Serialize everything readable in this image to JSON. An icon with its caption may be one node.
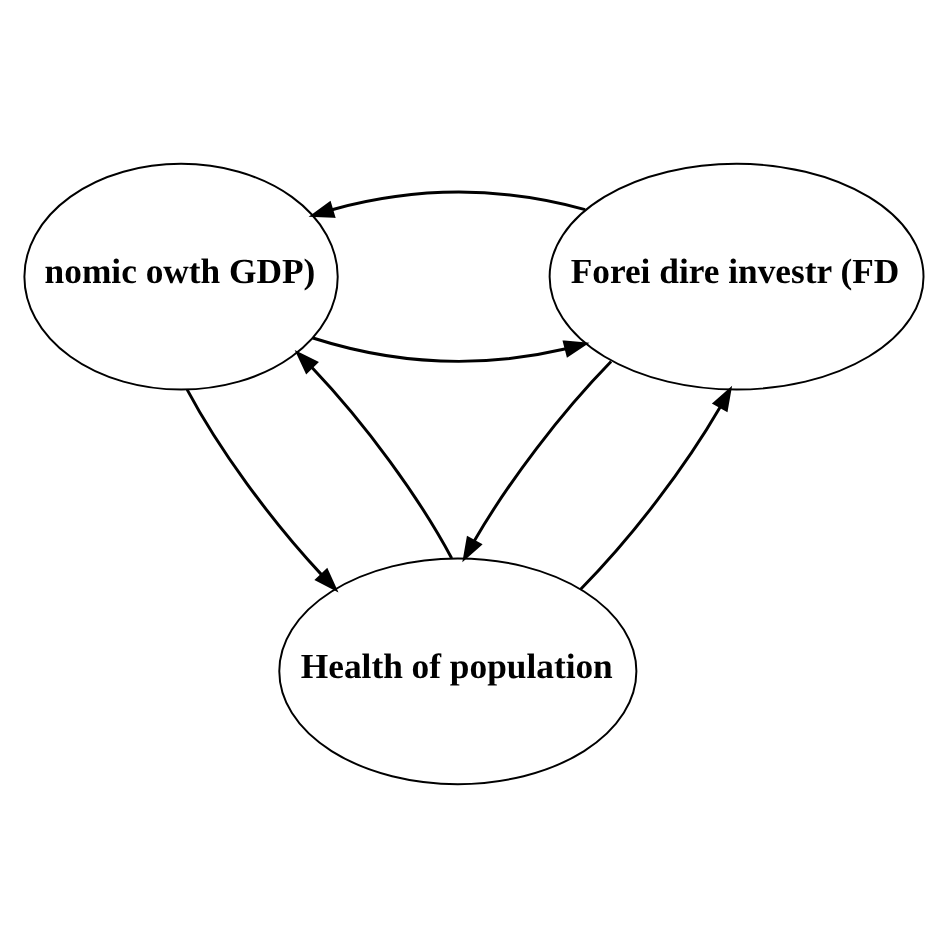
{
  "diagram": {
    "nodes": [
      {
        "text": [
          "nomic owth GDP)"
        ]
      },
      {
        "text": [
          "Forei dire investr (FD"
        ]
      },
      {
        "text": [
          "Health of population"
        ]
      }
    ],
    "edges": [
      {
        "from": 0,
        "to": 1,
        "arrow": "to"
      },
      {
        "from": 1,
        "to": 0,
        "arrow": "to"
      },
      {
        "from": 0,
        "to": 2,
        "arrow": "to"
      },
      {
        "from": 2,
        "to": 0,
        "arrow": "to"
      },
      {
        "from": 2,
        "to": 1,
        "arrow": "to"
      },
      {
        "from": 1,
        "to": 2,
        "arrow": "to"
      }
    ]
  }
}
